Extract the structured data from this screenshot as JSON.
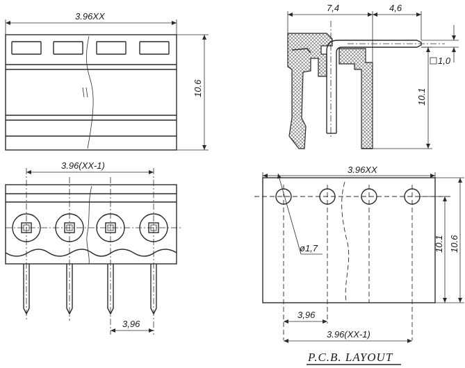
{
  "views": {
    "top_view": {
      "width_label": "3.96XX",
      "height_label": "10.6"
    },
    "side_view": {
      "left_width_label": "7,4",
      "right_width_label": "4,6",
      "pin_square_label": "1,0",
      "height_label": "10.1"
    },
    "front_view": {
      "span_label": "3.96(XX-1)",
      "pitch_label": "3,96"
    },
    "pcb_layout": {
      "width_label": "3.96XX",
      "hole_diameter_label": "ø1,7",
      "height_inner_label": "10.1",
      "height_outer_label": "10.6",
      "pitch_label": "3,96",
      "span_label": "3.96(XX-1)",
      "title": "P.C.B. LAYOUT"
    }
  }
}
